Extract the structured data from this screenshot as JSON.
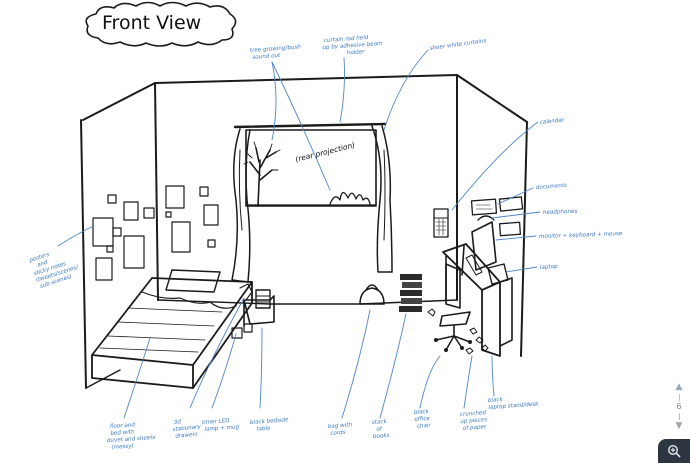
{
  "title": "Front View",
  "window_note": "(rear projection)",
  "annotations": {
    "tree": [
      "tree growing/bush",
      "sound out"
    ],
    "curtain_rod": [
      "curtain rod held",
      "up by adhesive beam",
      "holder"
    ],
    "curtains": [
      "sheer white curtains"
    ],
    "calendar": [
      "calendar"
    ],
    "documents": [
      "documents"
    ],
    "headphones": [
      "headphones"
    ],
    "monitor": [
      "monitor + keyboard + mouse"
    ],
    "laptop": [
      "laptop"
    ],
    "posters": [
      "posters",
      "and",
      "sticky notes",
      "(tweets/scenes/",
      "sub scenes)"
    ],
    "bed": [
      "floor and",
      "bed with",
      "duvet and sheets",
      "(messy)"
    ],
    "drawers": [
      "3d",
      "stationary",
      "drawers"
    ],
    "lamp": [
      "timer LED",
      "lamp + mug"
    ],
    "bedside_table": [
      "black bedside",
      "table"
    ],
    "bag": [
      "bag with",
      "cords"
    ],
    "books": [
      "stack",
      "of",
      "books"
    ],
    "chair": [
      "black",
      "office",
      "chair"
    ],
    "paper": [
      "crunched",
      "up pieces",
      "of paper"
    ],
    "laptop_stand": [
      "black",
      "laptop stand/desk"
    ]
  },
  "page_nav": {
    "up": "▲",
    "page": "6",
    "down": "▼"
  },
  "zoom_icon": "zoom-in-icon",
  "colors": {
    "ink": "#1b1b1b",
    "annotation": "#4f86c6",
    "zoom_bg": "#2d3640"
  }
}
